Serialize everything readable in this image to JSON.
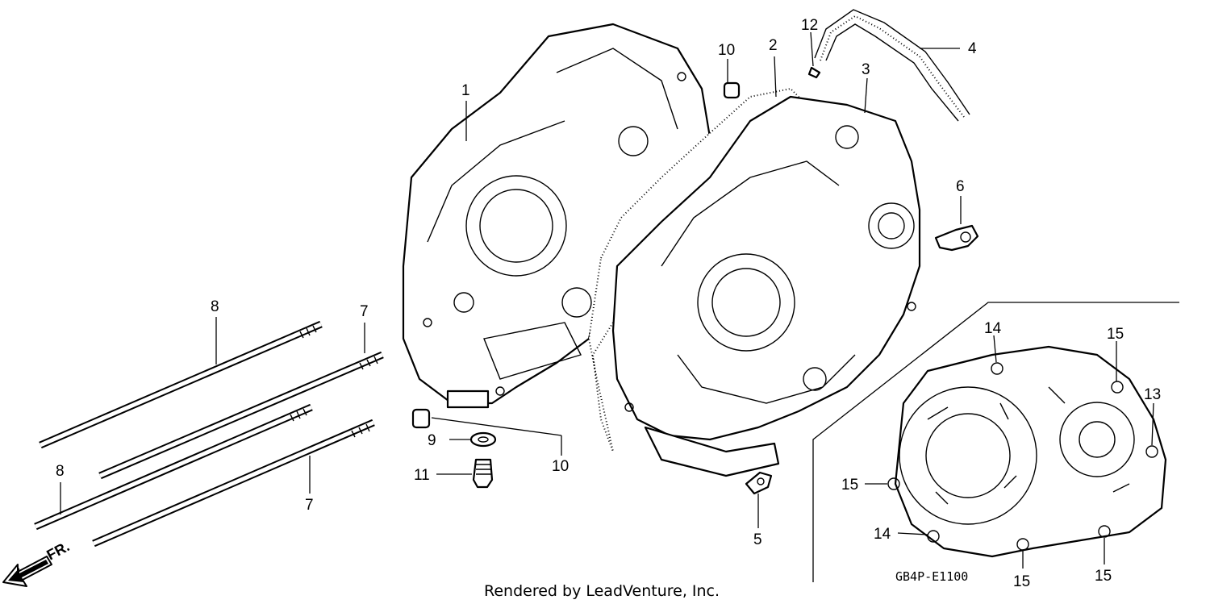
{
  "callouts": {
    "c1": "1",
    "c2": "2",
    "c3": "3",
    "c4": "4",
    "c5": "5",
    "c6": "6",
    "c7a": "7",
    "c7b": "7",
    "c8a": "8",
    "c8b": "8",
    "c9": "9",
    "c10a": "10",
    "c10b": "10",
    "c11": "11",
    "c12": "12",
    "c13": "13",
    "c14a": "14",
    "c14b": "14",
    "c15a": "15",
    "c15b": "15",
    "c15c": "15",
    "c15d": "15"
  },
  "direction_label": "FR.",
  "diagram_code": "GB4P-E1100",
  "credit": "Rendered by LeadVenture, Inc."
}
